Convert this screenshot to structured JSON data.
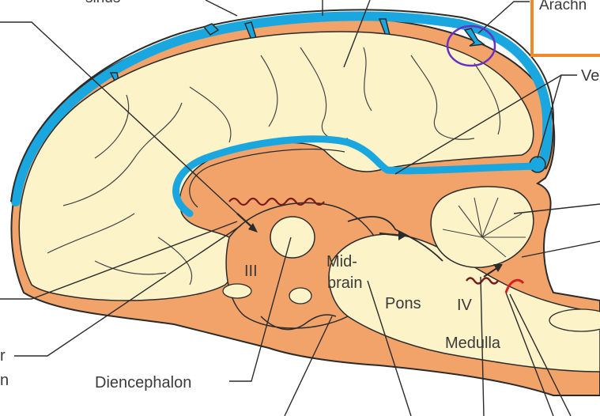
{
  "labels": {
    "sinus": "sinus",
    "arachnoid": "Arachn",
    "ventricle": "Ve",
    "third_ventricle": "III",
    "midbrain_line1": "Mid-",
    "midbrain_line2": "brain",
    "pons": "Pons",
    "fourth_ventricle": "IV",
    "medulla": "Medulla",
    "diencephalon": "Diencephalon",
    "left_fragment_r": "r",
    "left_fragment_n": "n"
  },
  "colors": {
    "csf_blue": "#1aa7df",
    "meninges_orange": "#f2a36a",
    "brain_tissue": "#fdf3c8",
    "outline": "#2b2b2b",
    "highlight_circle": "#6a2fc4",
    "box_border": "#f0892a",
    "choroid_red": "#d42020"
  }
}
